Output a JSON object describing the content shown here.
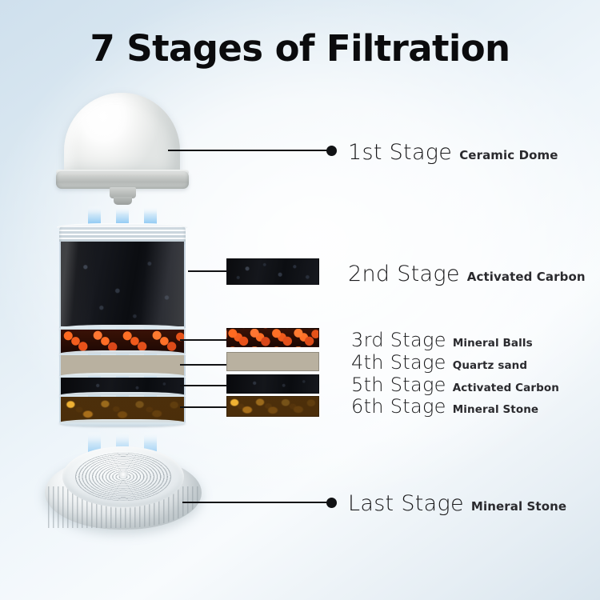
{
  "title": "7 Stages of Filtration",
  "colors": {
    "arrow_blue": "#2196e8",
    "arrow_blue_light": "#8fc9f2",
    "text_dark": "#0b0b0d",
    "leader_line": "#111214",
    "background_top": "#cfe0ed",
    "background_mid": "#f8fbfd",
    "background_bottom": "#d9e5ee",
    "mineral_balls": "#ff6a21",
    "quartz_sand": "#e9e1d2",
    "activated_carbon": "#0a0b0e",
    "mineral_stone": "#c98620",
    "ceramic_white": "#ffffff"
  },
  "stages": [
    {
      "id": "stage-1",
      "number": "1st Stage",
      "material": "Ceramic Dome",
      "size": "big"
    },
    {
      "id": "stage-2",
      "number": "2nd Stage",
      "material": "Activated Carbon",
      "size": "big"
    },
    {
      "id": "stage-3",
      "number": "3rd Stage",
      "material": "Mineral Balls",
      "size": "mid"
    },
    {
      "id": "stage-4",
      "number": "4th Stage",
      "material": "Quartz sand",
      "size": "mid"
    },
    {
      "id": "stage-5",
      "number": "5th Stage",
      "material": "Activated Carbon",
      "size": "mid"
    },
    {
      "id": "stage-6",
      "number": "6th Stage",
      "material": "Mineral Stone",
      "size": "mid"
    },
    {
      "id": "stage-7",
      "number": "Last Stage",
      "material": "Mineral Stone",
      "size": "big"
    }
  ],
  "diagram_parts": {
    "ceramic_dome": "ceramic-dome-housing",
    "carbon_cylinder": "activated-carbon-cylinder",
    "mineral_balls_layer": "mineral-balls-layer",
    "quartz_sand_layer": "quartz-sand-layer",
    "carbon_layer": "activated-carbon-layer",
    "mineral_stone_layer": "mineral-stone-layer",
    "base_disc": "mineral-stone-base-disc",
    "flow_arrows": "water-flow-arrows"
  },
  "swatch_labels": {
    "carbon_big": "activated-carbon-swatch",
    "balls": "mineral-balls-swatch",
    "quartz": "quartz-sand-swatch",
    "carbon_small": "activated-carbon-swatch-small",
    "stone": "mineral-stone-swatch"
  }
}
